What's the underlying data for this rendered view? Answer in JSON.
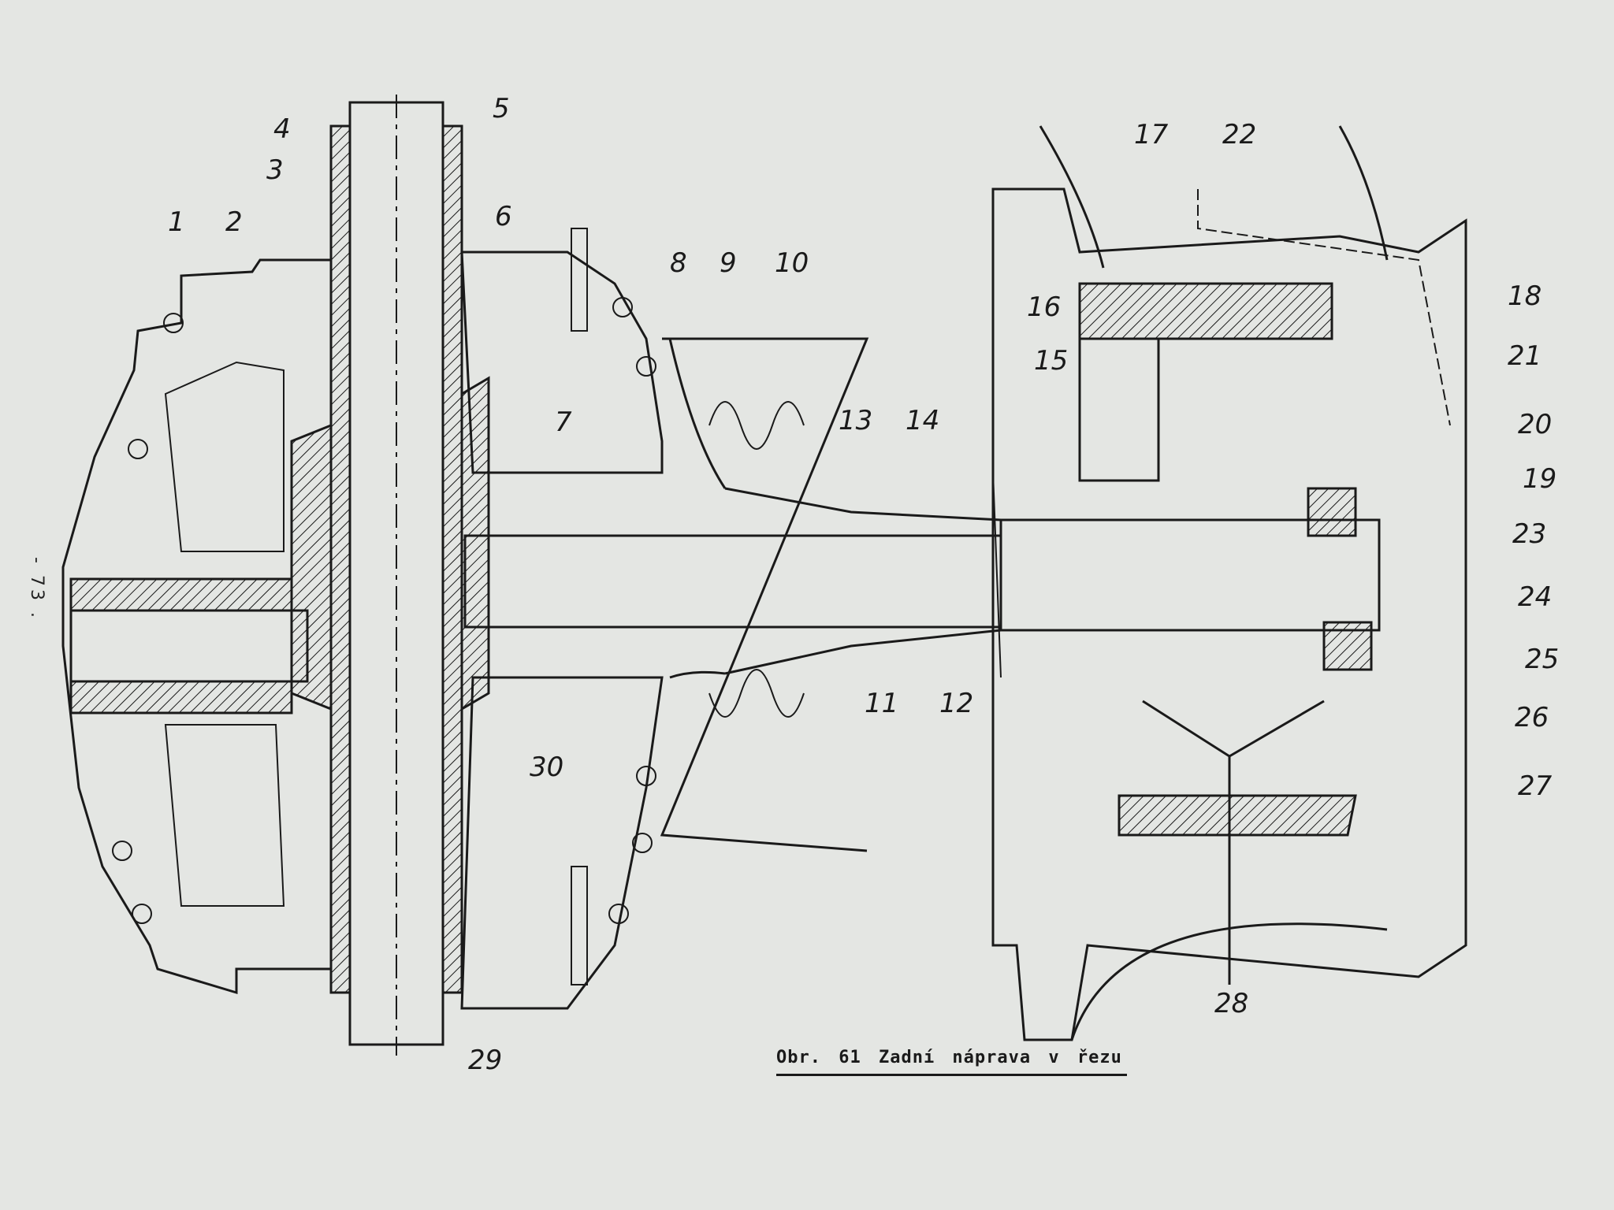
{
  "page_number": "- 73 .",
  "caption": "Obr. 61 Zadní náprava v řezu",
  "callouts": [
    "1",
    "2",
    "3",
    "4",
    "5",
    "6",
    "7",
    "8",
    "9",
    "10",
    "11",
    "12",
    "13",
    "14",
    "15",
    "16",
    "17",
    "18",
    "19",
    "20",
    "21",
    "22",
    "23",
    "24",
    "25",
    "26",
    "27",
    "28",
    "29",
    "30"
  ]
}
